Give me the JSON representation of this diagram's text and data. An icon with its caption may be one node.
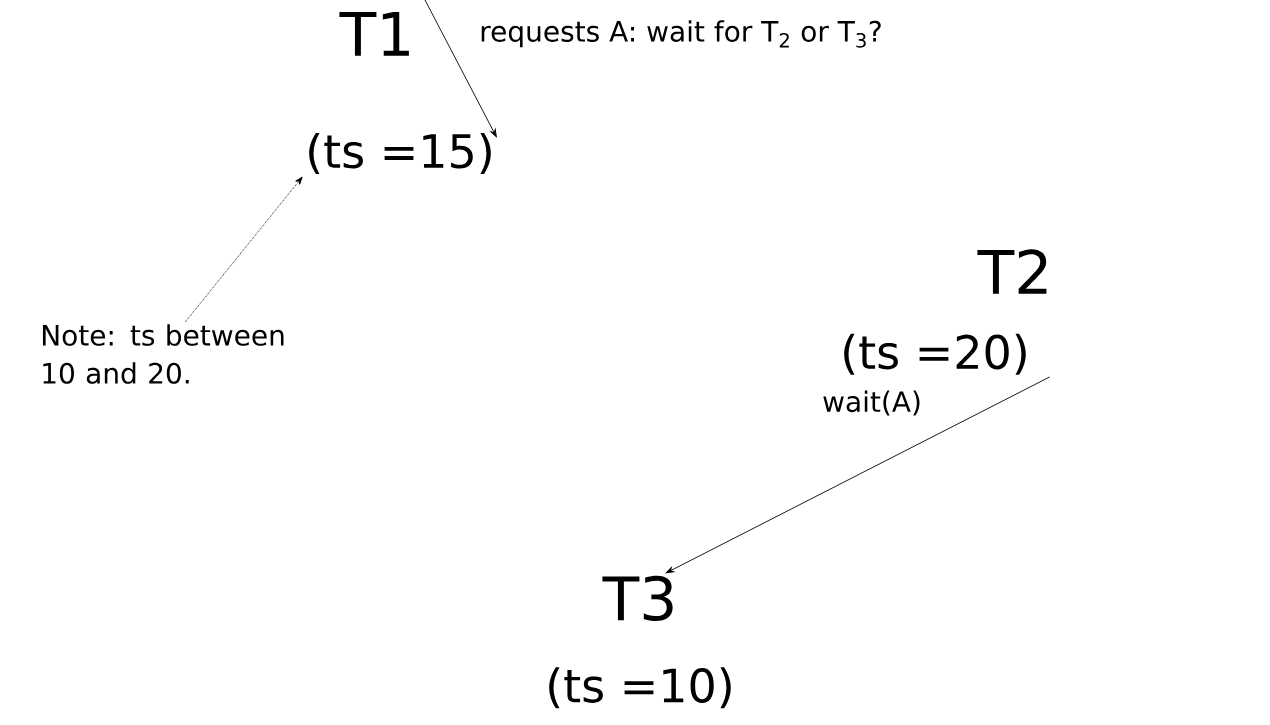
{
  "diagram": {
    "nodes": [
      {
        "text": [
          "T1",
          "(ts =15)"
        ]
      },
      {
        "text": [
          "T2",
          "(ts =20)"
        ]
      },
      {
        "text": [
          "T3",
          "(ts =10)"
        ]
      },
      {
        "text": [
          "Note: ts between 10 and 20."
        ]
      }
    ],
    "edges": [
      {
        "from": 3,
        "to": 0,
        "arrow": "to",
        "style": "dashed"
      },
      {
        "from": null,
        "to": 0,
        "arrow": "to",
        "label": "requests A: wait for T$_{2}$ or T$_{3}$?"
      },
      {
        "from": 1,
        "to": 2,
        "arrow": "to",
        "label": "wait(A)"
      }
    ]
  }
}
